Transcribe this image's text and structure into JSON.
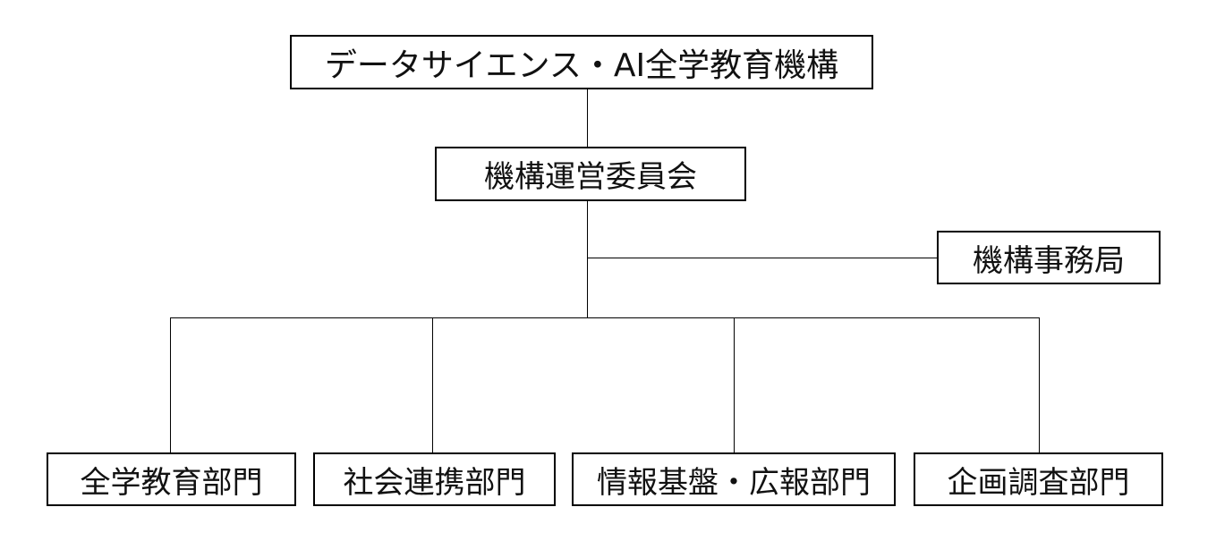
{
  "org_chart": {
    "root": "データサイエンス・AI全学教育機構",
    "committee": "機構運営委員会",
    "office": "機構事務局",
    "divisions": [
      "全学教育部門",
      "社会連携部門",
      "情報基盤・広報部門",
      "企画調査部門"
    ]
  }
}
